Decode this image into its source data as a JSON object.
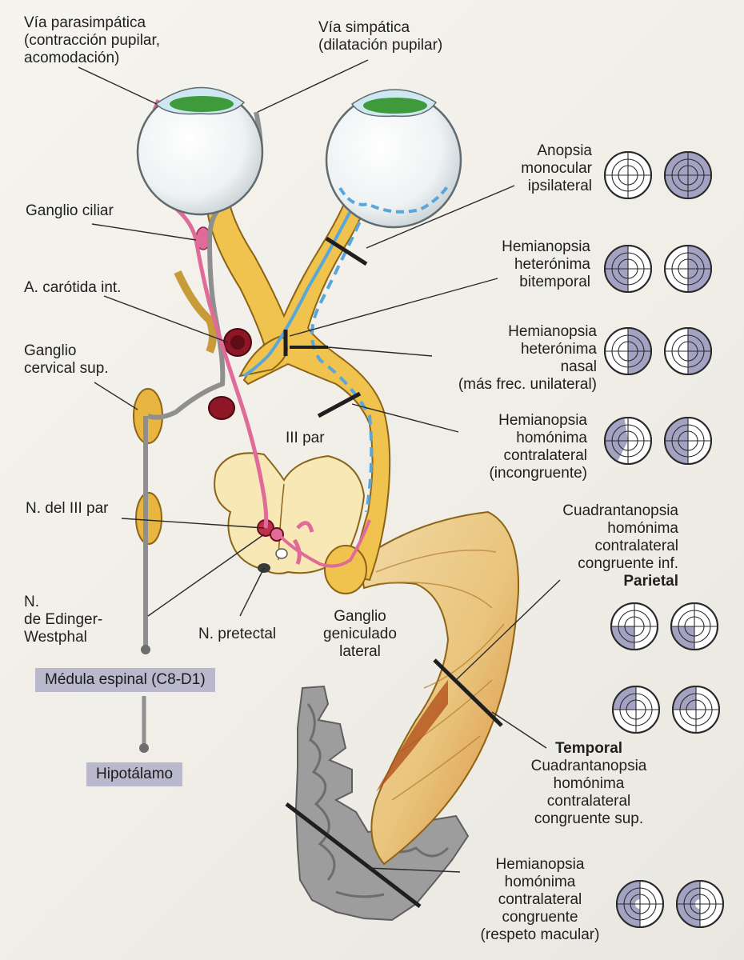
{
  "labels": {
    "parasympathetic": [
      "Vía parasimpática",
      "(contracción pupilar,",
      "acomodación)"
    ],
    "sympathetic": [
      "Vía simpática",
      "(dilatación pupilar)"
    ],
    "ciliary_ganglion": "Ganglio ciliar",
    "carotid": "A. carótida int.",
    "cervical_ganglion": [
      "Ganglio",
      "cervical sup."
    ],
    "third_nerve": "III par",
    "third_nucleus": "N. del III par",
    "edinger": [
      "N.",
      "de Edinger-",
      "Westphal"
    ],
    "pretectal": "N. pretectal",
    "lgn": [
      "Ganglio",
      "geniculado",
      "lateral"
    ],
    "spinal_cord": "Médula espinal (C8-D1)",
    "hypothalamus": "Hipotálamo"
  },
  "defects": [
    {
      "id": "monocular",
      "lines": [
        "Anopsia",
        "monocular",
        "ipsilateral"
      ]
    },
    {
      "id": "bitemporal",
      "lines": [
        "Hemianopsia",
        "heterónima",
        "bitemporal"
      ]
    },
    {
      "id": "nasal",
      "lines": [
        "Hemianopsia",
        "heterónima",
        "nasal",
        "(más frec. unilateral)"
      ]
    },
    {
      "id": "incongruent",
      "lines": [
        "Hemianopsia",
        "homónima",
        "contralateral",
        "(incongruente)"
      ]
    },
    {
      "id": "parietal",
      "lines": [
        "Cuadrantanopsia",
        "homónima",
        "contralateral",
        "congruente inf."
      ],
      "region": "Parietal"
    },
    {
      "id": "temporal",
      "region": "Temporal",
      "lines": [
        "Cuadrantanopsia",
        "homónima",
        "contralateral",
        "congruente sup."
      ]
    },
    {
      "id": "macular",
      "lines": [
        "Hemianopsia",
        "homónima",
        "contralateral",
        "congruente",
        "(respeto macular)"
      ]
    }
  ],
  "colors": {
    "tract": "#f0c24e",
    "tract_edge": "#8c6416",
    "parasympathetic": "#e06a98",
    "sympathetic": "#8f8f8f",
    "fiber_blue": "#58a7dc",
    "field_loss": "#a3a2c3",
    "label_box": "#b9b8cc"
  }
}
